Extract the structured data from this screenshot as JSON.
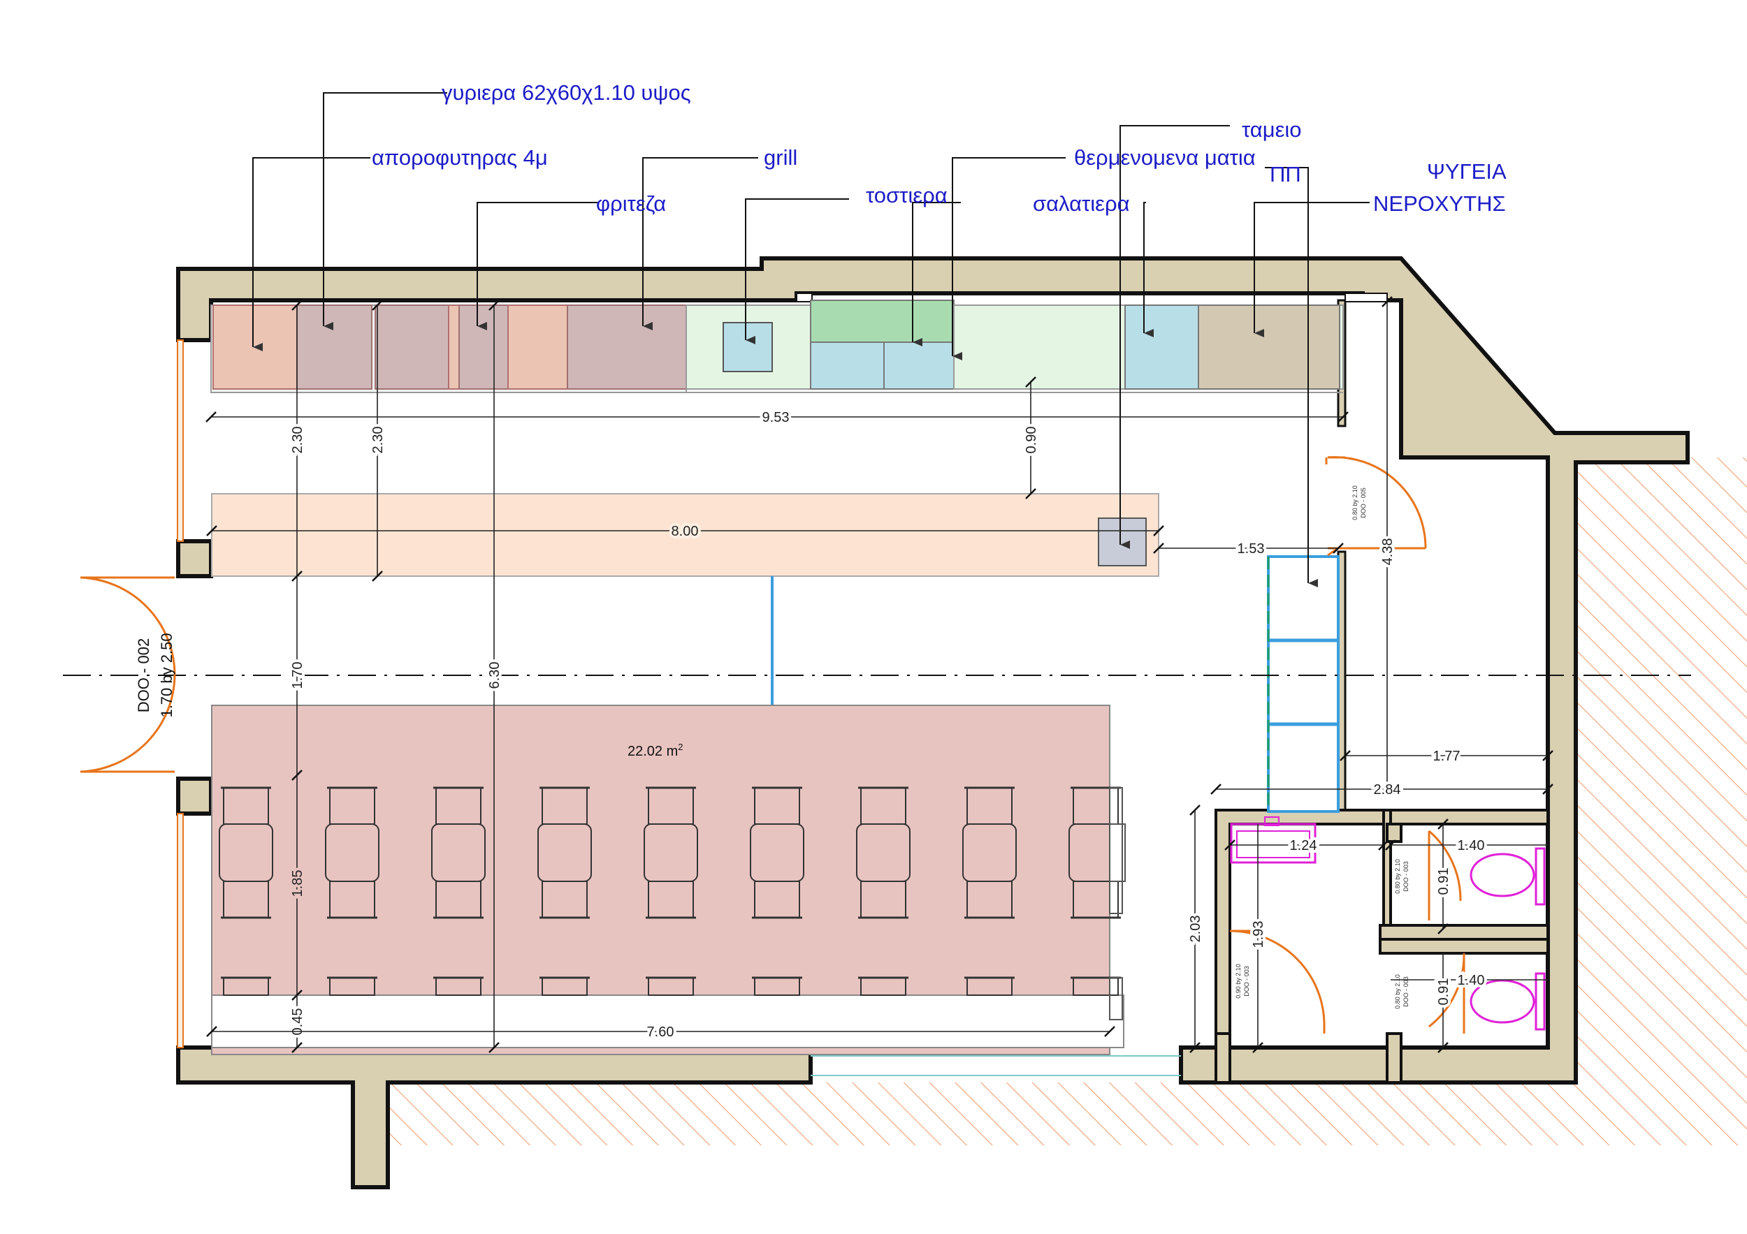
{
  "equipment_labels": {
    "gyriera": "γυριερα 62χ60χ1.10 υψος",
    "aporofitiras": "απορoφυτηρας 4μ",
    "grill": "grill",
    "friteza": "φριτεζα",
    "tostiera": "τοστιερα",
    "thermenomena": "θερμενομενα ματια",
    "salatiera": "σαλατιερα",
    "tameio": "ταμειο",
    "pp": "ΠΠ",
    "psygeia": "ΨΥΓΕΙΑ",
    "nerochytis": "ΝΕΡΟΧΥΤΗΣ"
  },
  "dimensions": {
    "d953": "9.53",
    "d800": "8.00",
    "d153": "1.53",
    "d090": "0.90",
    "d230a": "2.30",
    "d230b": "2.30",
    "d170": "1.70",
    "d630": "6.30",
    "d185": "1.85",
    "d045": "0.45",
    "d760": "7.60",
    "d438": "4.38",
    "d177": "1.77",
    "d284": "2.84",
    "d124": "1.24",
    "d140a": "1.40",
    "d140b": "1.40",
    "d091a": "0.91",
    "d091b": "0.91",
    "d203": "2.03",
    "d193": "1.93"
  },
  "doors": {
    "main_line1": "DOO - 002",
    "main_line2": "1.70 by 2.50",
    "d005_line1": "0.80 by 2.10",
    "d005_line2": "DOO - 005",
    "d003a_line1": "0.90 by 2.10",
    "d003a_line2": "DOO - 003",
    "d003b_line1": "0.80 by 2.10",
    "d003b_line2": "DOO - 003",
    "d003c_line1": "0.80 by 2.10",
    "d003c_line2": "DOO - 003"
  },
  "area": {
    "value": "22.02 m",
    "sup": "2"
  },
  "colors": {
    "wall_fill": "#d9cfb1",
    "label_blue": "#1c1cc8",
    "door_orange": "#e8741a",
    "toilet_magenta": "#e020d8",
    "dining_fill": "#e8c4c0",
    "counter_fill": "#fde4d2",
    "fridge_blue": "#3b9ede"
  }
}
